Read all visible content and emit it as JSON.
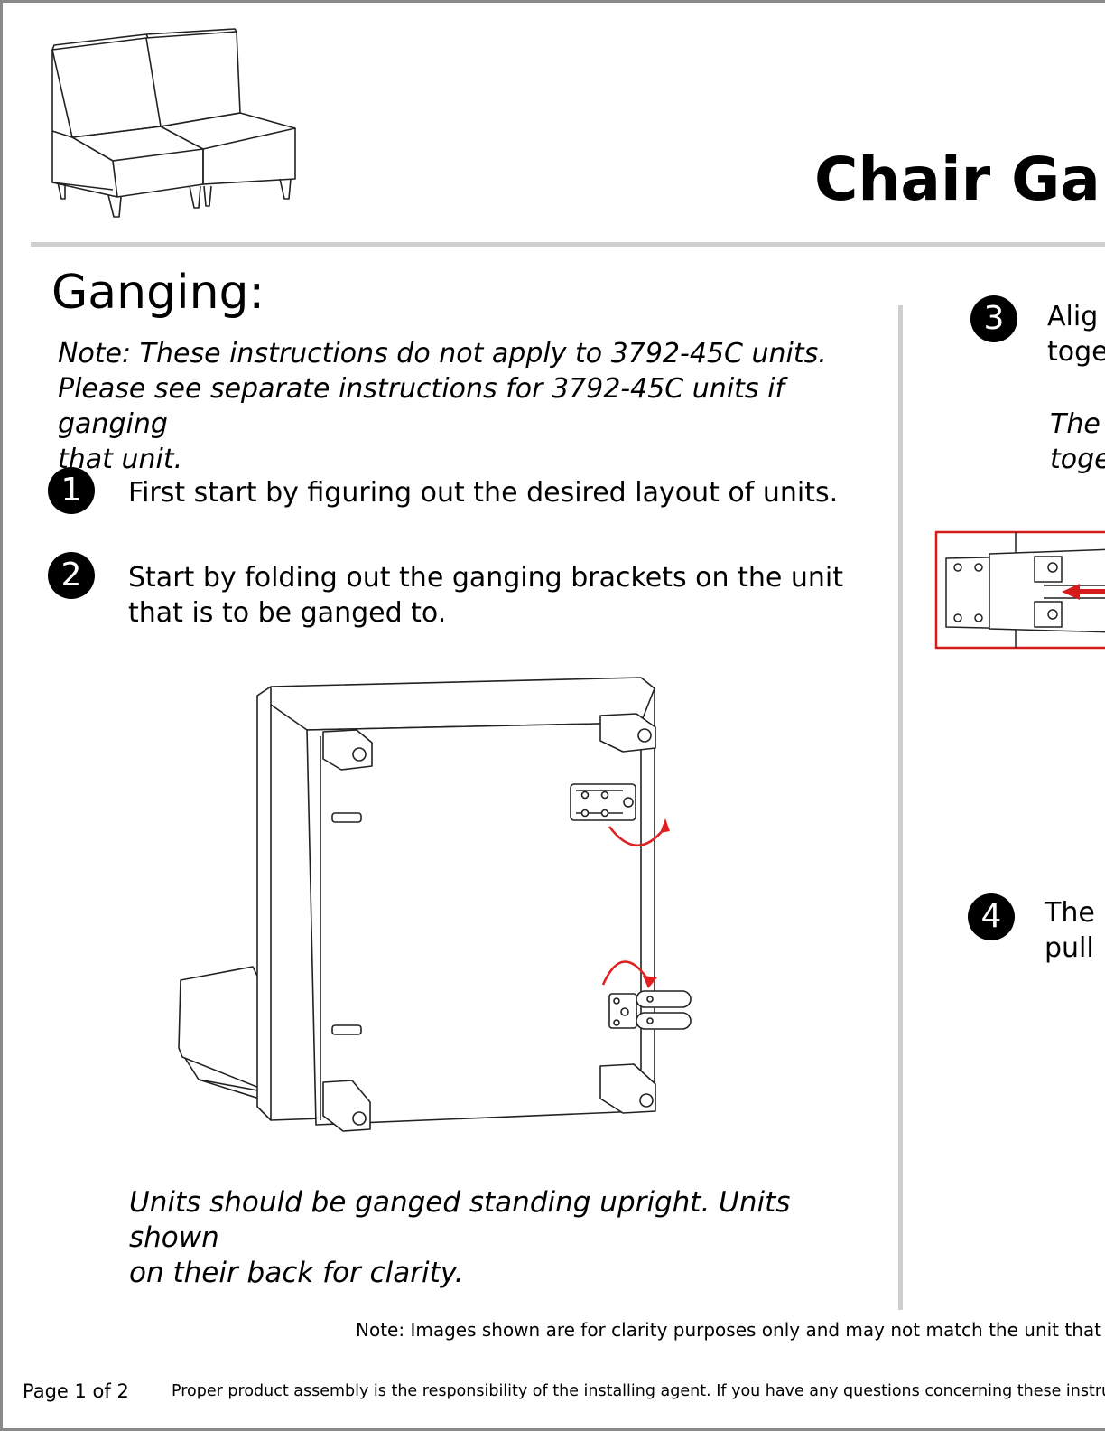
{
  "header": {
    "title": "Chair Gan"
  },
  "section": {
    "heading": "Ganging:",
    "note_lines": [
      "Note: These instructions do not apply to 3792-45C units.",
      "Please see separate instructions for 3792-45C units if ganging",
      "that unit."
    ]
  },
  "steps_left": [
    {
      "number": "1",
      "text": "First start by figuring out the desired layout of units."
    },
    {
      "number": "2",
      "text_lines": [
        "Start by folding out the ganging brackets on the unit",
        "that is to be ganged to."
      ]
    }
  ],
  "clarity_lines": [
    "Units should be ganged standing upright. Units shown",
    "on their back for clarity."
  ],
  "steps_right": [
    {
      "number": "3",
      "lines": [
        "Alig",
        "toge"
      ],
      "italic_lines": [
        "The",
        "toge"
      ]
    },
    {
      "number": "4",
      "lines": [
        "The",
        "pull"
      ]
    }
  ],
  "footer": {
    "note": "Note: Images shown are for clarity purposes only and may not match the unit that yo",
    "page_number": "Page 1 of 2",
    "disclaimer": "Proper product assembly is the responsibility of the installing agent. If you have any questions concerning these instructio"
  },
  "colors": {
    "rule": "#cfcfcf",
    "frame": "#8a8a8a",
    "arrow": "#e02020",
    "highlight_box": "#d41c1c"
  }
}
